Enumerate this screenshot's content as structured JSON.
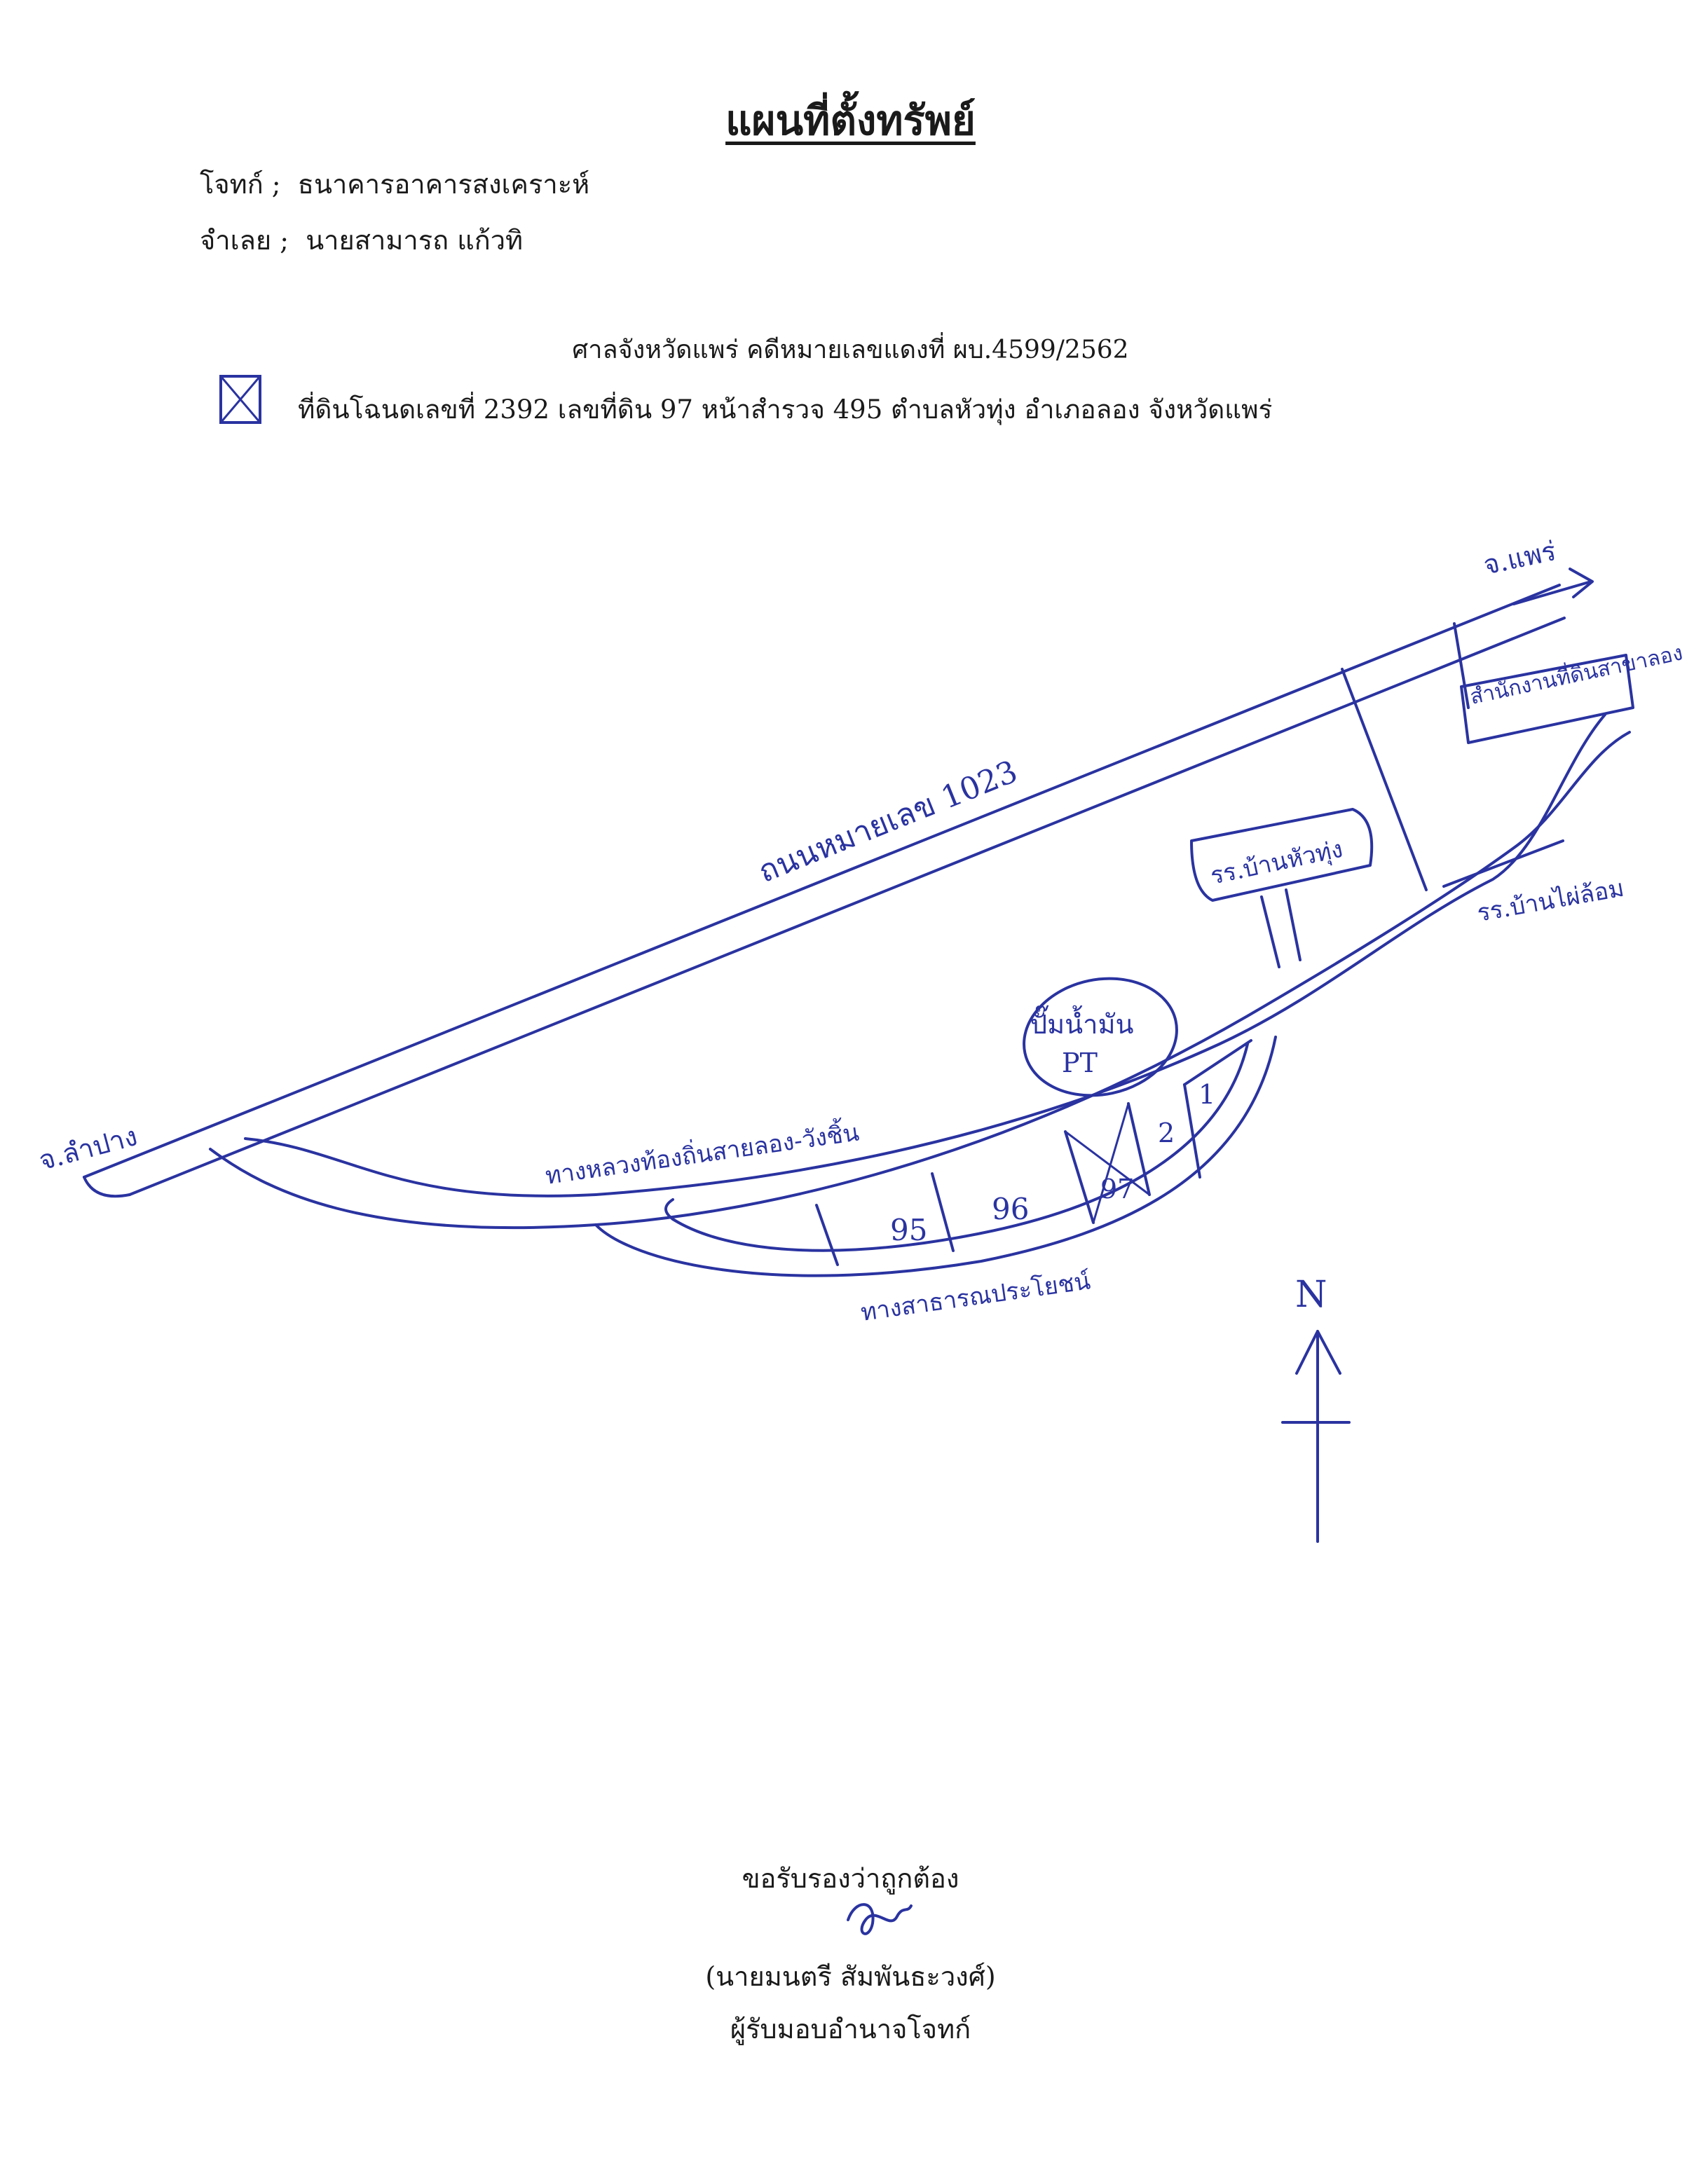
{
  "header": {
    "title": "แผนที่ตั้งทรัพย์",
    "plaintiff_label": "โจทก์ ;",
    "plaintiff": "ธนาคารอาคารสงเคราะห์",
    "defendant_label": "จำเลย ;",
    "defendant": "นายสามารถ แก้วทิ",
    "court_case": "ศาลจังหวัดแพร่ คดีหมายเลขแดงที่ ผบ.4599/2562",
    "deed_description": "ที่ดินโฉนดเลขที่ 2392 เลขที่ดิน 97 หน้าสำรวจ 495 ตำบลหัวทุ่ง อำเภอลอง จังหวัดแพร่"
  },
  "map": {
    "to_phrae": "จ.แพร่",
    "to_lampang": "จ.ลำปาง",
    "highway": "ถนนหมายเลข 1023",
    "rural_road": "ทางหลวงท้องถิ่นสายลอง-วังชิ้น",
    "public_road": "ทางสาธารณประโยชน์",
    "land_office": "สำนักงานที่ดินสาขาลอง",
    "school_hua_thung": "รร.บ้านหัวทุ่ง",
    "school_phai_lom": "รร.บ้านไผ่ล้อม",
    "gas_station_line1": "ปั๊มน้ำมัน",
    "gas_station_line2": "PT",
    "parcels": [
      "95",
      "96",
      "97",
      "2",
      "1"
    ],
    "north": "N",
    "ink_color": "#2a33a0"
  },
  "certification": {
    "line1": "ขอรับรองว่าถูกต้อง",
    "name": "(นายมนตรี สัมพันธะวงศ์)",
    "role": "ผู้รับมอบอำนาจโจทก์"
  }
}
